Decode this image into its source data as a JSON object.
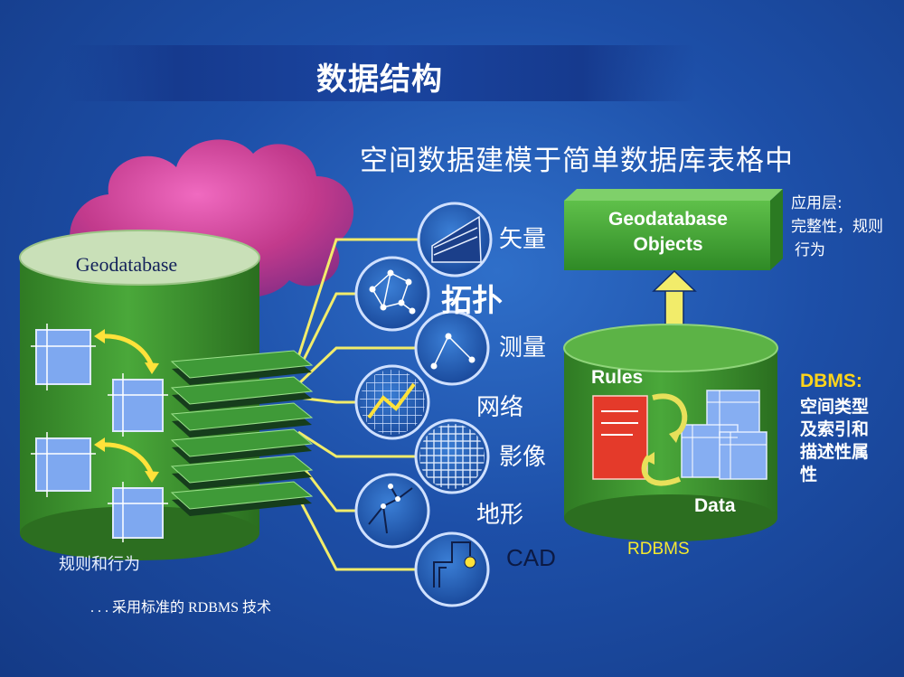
{
  "title": "数据结构",
  "subtitle": "空间数据建模于简单数据库表格中",
  "geodatabase": {
    "label": "Geodatabase",
    "rule_label": "规则和行为",
    "footnote": ". . . 采用标准的 RDBMS 技术"
  },
  "layers": [
    {
      "label": "矢量",
      "icon": "vector-icon"
    },
    {
      "label": "拓扑",
      "icon": "topology-icon"
    },
    {
      "label": "测量",
      "icon": "survey-icon"
    },
    {
      "label": "网络",
      "icon": "network-icon"
    },
    {
      "label": "影像",
      "icon": "raster-icon"
    },
    {
      "label": "地形",
      "icon": "terrain-icon"
    },
    {
      "label": "CAD",
      "icon": "cad-icon"
    }
  ],
  "objects_box": {
    "line1": "Geodatabase",
    "line2": "Objects"
  },
  "app_layer": {
    "line1": "应用层:",
    "line2": "完整性，规则",
    "line3": "行为"
  },
  "rdbms": {
    "rules_label": "Rules",
    "data_label": "Data",
    "label": "RDBMS"
  },
  "dbms": {
    "title": "DBMS:",
    "line1": "空间类型",
    "line2": "及索引和",
    "line3": "描述性属",
    "line4": "性"
  },
  "colors": {
    "background": "#1d4fa8",
    "cylinder_green": "#3f9a2f",
    "cylinder_top": "#c9e0b8",
    "cloud": "#c23a8c",
    "connector_yellow": "#f2ec6a",
    "rdbms_label": "#f5ea2c",
    "dbms_title": "#ffd51a"
  }
}
